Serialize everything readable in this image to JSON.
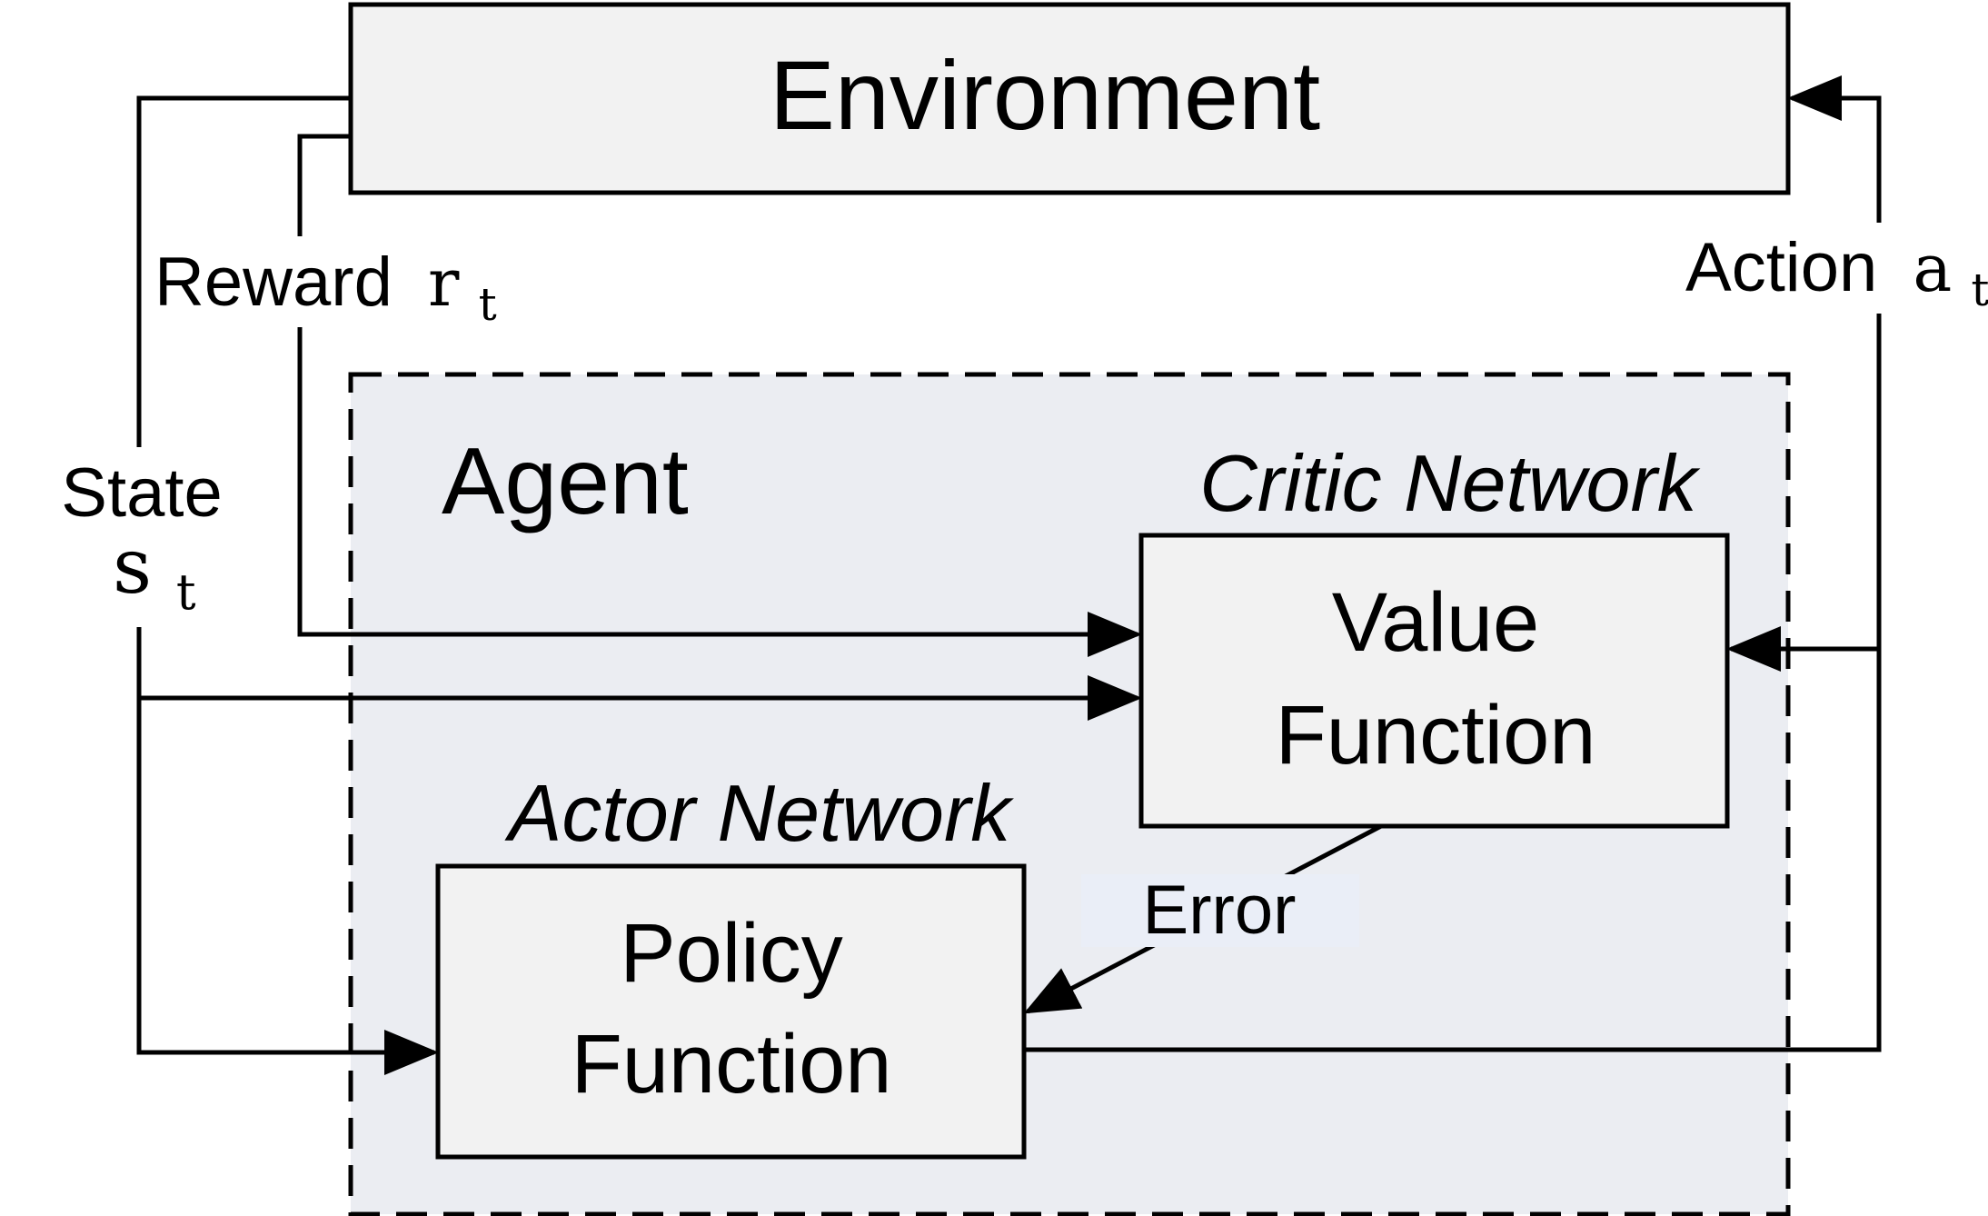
{
  "environment": {
    "label": "Environment"
  },
  "agent": {
    "label": "Agent"
  },
  "critic": {
    "title": "Critic Network",
    "box_line1": "Value",
    "box_line2": "Function"
  },
  "actor": {
    "title": "Actor Network",
    "box_line1": "Policy",
    "box_line2": "Function"
  },
  "signals": {
    "reward": {
      "label": "Reward",
      "symbol": "r",
      "subscript": "t"
    },
    "state": {
      "label": "State",
      "symbol": "s",
      "subscript": "t"
    },
    "action": {
      "label": "Action",
      "symbol": "a",
      "subscript": "t"
    },
    "error": {
      "label": "Error"
    }
  },
  "colors": {
    "box_fill": "#f2f2f2",
    "agent_fill": "#ebedf2",
    "error_label_bg": "#eaeef7",
    "stroke": "#000000"
  }
}
